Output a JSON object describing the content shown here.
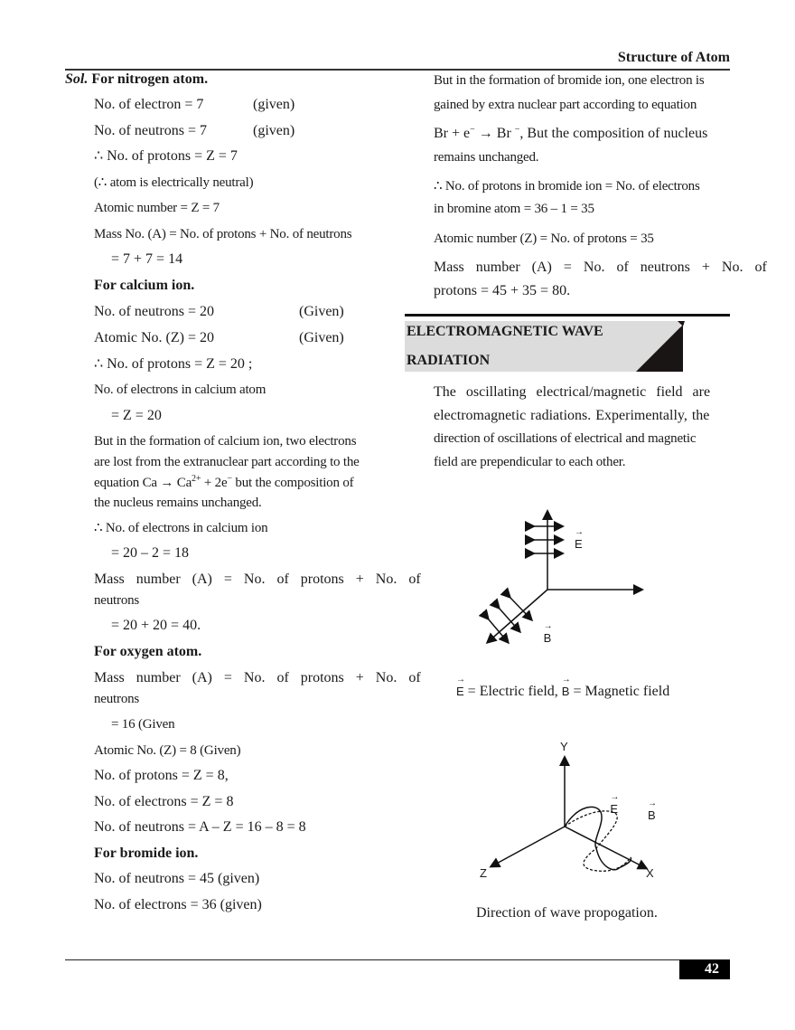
{
  "header": {
    "title": "Structure of Atom"
  },
  "left_column": {
    "sol_label": "Sol.",
    "nitrogen": {
      "heading": "For nitrogen atom.",
      "lines": [
        {
          "text": "No. of electron = 7",
          "note": "(given)"
        },
        {
          "text": "No. of neutrons = 7",
          "note": "(given)"
        },
        {
          "text": "∴ No. of protons = Z = 7"
        },
        {
          "text": "(∴  atom is electrically neutral)"
        },
        {
          "text": "Atomic number = Z = 7"
        },
        {
          "text": "Mass No. (A) = No. of protons + No. of neutrons"
        },
        {
          "text": "= 7 + 7 = 14"
        }
      ]
    },
    "calcium": {
      "heading": "For calcium ion.",
      "lines": [
        {
          "text": "No. of neutrons = 20",
          "note": "(Given)"
        },
        {
          "text": "Atomic No. (Z) = 20",
          "note": "(Given)"
        },
        {
          "text": "∴  No. of protons = Z = 20 ;"
        },
        {
          "text": "No. of electrons in calcium atom"
        },
        {
          "text": "= Z = 20"
        }
      ],
      "para": [
        "But in the formation of calcium ion, two electrons",
        "are lost from the extranuclear part according to the",
        "equation Ca → Ca",
        "2+",
        " + 2e",
        "−",
        " but the composition of",
        "the nucleus remains unchanged."
      ],
      "after": [
        "∴ No. of electrons in calcium ion",
        "= 20 – 2 = 18",
        "Mass number (A) = No. of protons + No. of",
        "neutrons",
        "= 20 + 20 = 40."
      ]
    },
    "oxygen": {
      "heading": "For oxygen atom.",
      "lines": [
        "Mass number (A) = No. of protons + No. of",
        "neutrons",
        "= 16 (Given",
        "Atomic No.  (Z) = 8 (Given)",
        "No. of protons = Z = 8,",
        "No. of electrons = Z = 8",
        "No. of neutrons = A – Z = 16 – 8 = 8"
      ]
    },
    "bromide": {
      "heading": "For bromide ion.",
      "lines": [
        "No. of neutrons = 45 (given)",
        "No. of electrons = 36 (given)"
      ]
    }
  },
  "right_column": {
    "bromide_cont": [
      "But in the formation of bromide ion, one electron is",
      "gained by extra nuclear part according to equation",
      "Br + e",
      "−",
      " → Br ",
      "−",
      ", But the composition of nucleus",
      "remains unchanged.",
      "∴  No. of protons in bromide ion  = No. of electrons",
      "in bromine atom = 36 – 1 = 35",
      "Atomic number (Z) = No. of protons = 35",
      "Mass number (A) = No. of neutrons + No. of",
      "protons = 45 + 35 = 80."
    ],
    "section": {
      "title_line1": "ELECTROMAGNETIC WAVE",
      "title_line2": "RADIATION"
    },
    "em_para": [
      "The oscillating electrical/magnetic field are",
      "electromagnetic radiations. Experimentally, the",
      "direction of oscillations of electrical and magnetic",
      "field are prependicular to each other."
    ],
    "figure1": {
      "label_e": "E",
      "label_b": "B",
      "caption_e": "E",
      "caption_e_text": " = Electric field, ",
      "caption_b": "B",
      "caption_b_text": " = Magnetic field"
    },
    "figure2": {
      "axis_y": "Y",
      "axis_x": "X",
      "axis_z": "Z",
      "label_e": "E",
      "label_b": "B",
      "caption": "Direction of wave propogation."
    }
  },
  "footer": {
    "page_number": "42"
  }
}
